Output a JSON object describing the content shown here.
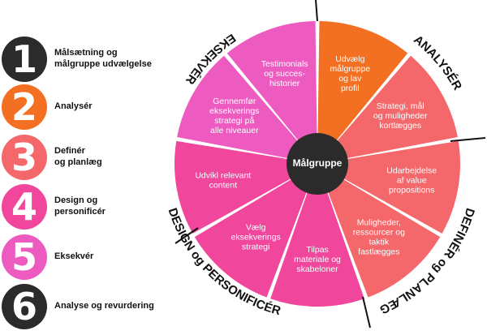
{
  "colors": {
    "dark": "#2b2b2b",
    "orange": "#f36f21",
    "coral": "#f4676a",
    "pink": "#f0479d",
    "magenta": "#ed5bc1"
  },
  "steps": [
    {
      "number": "1",
      "label": "Målsætning og\nmålgruppe udvælgelse",
      "color": "#2b2b2b"
    },
    {
      "number": "2",
      "label": "Analysér",
      "color": "#f36f21"
    },
    {
      "number": "3",
      "label": "Definér\nog planlæg",
      "color": "#f4676a"
    },
    {
      "number": "4",
      "label": "Design og\npersonificér",
      "color": "#f0479d"
    },
    {
      "number": "5",
      "label": "Eksekvér",
      "color": "#ed5bc1"
    },
    {
      "number": "6",
      "label": "Analyse og revurdering",
      "color": "#2b2b2b"
    }
  ],
  "wheel": {
    "center_label": "Målgruppe",
    "segments": [
      {
        "text": "Udvælg\nmålgruppe\nog lav\nprofil",
        "color": "#f36f21"
      },
      {
        "text": "Strategi, mål\nog muligheder\nkortlægges",
        "color": "#f4676a"
      },
      {
        "text": "Udarbejdelse\naf value\npropositions",
        "color": "#f4676a"
      },
      {
        "text": "Muligheder,\nressourcer og\ntaktik\nfastlægges",
        "color": "#f4676a"
      },
      {
        "text": "Tilpas\nmateriale og\nskabeloner",
        "color": "#f0479d"
      },
      {
        "text": "Vælg\neksekverings\nstrategi",
        "color": "#f0479d"
      },
      {
        "text": "Udvikl relevant\ncontent",
        "color": "#f0479d"
      },
      {
        "text": "Gennemfør\neksekverings\nstrategi på\nalle niveauer",
        "color": "#ed5bc1"
      },
      {
        "text": "Testimonials\nog succes-\nhistorier",
        "color": "#ed5bc1"
      }
    ],
    "phases": [
      {
        "label": "ANALYSÉR"
      },
      {
        "label": "DEFINÉR og PLANLÆG"
      },
      {
        "label": "DESIGN og PERSONIFICÉR"
      },
      {
        "label": "EKSEKVÉR"
      }
    ]
  }
}
